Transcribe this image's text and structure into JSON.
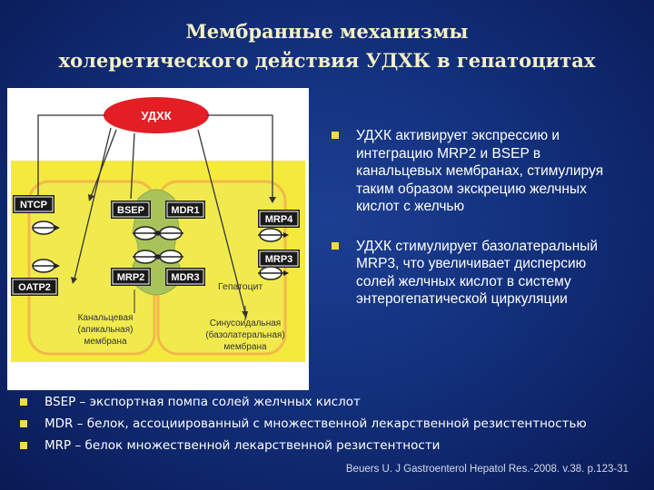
{
  "slide": {
    "title_line1": "Мембранные механизмы",
    "title_line2": "холеретического действия УДХК в гепатоцитах"
  },
  "diagram": {
    "top_label": "УДХК",
    "transporters": {
      "ntcp": "NTCP",
      "oatp2": "OATP2",
      "bsep": "BSEP",
      "mdr1": "MDR1",
      "mrp2": "MRP2",
      "mdr3": "MDR3",
      "mrp4": "MRP4",
      "mrp3": "MRP3"
    },
    "cell_label": "Гепатоцит",
    "canalicular_label": [
      "Канальцевая",
      "(апикальная)",
      "мембрана"
    ],
    "sinusoidal_label": [
      "Синусоидальная",
      "(базолатеральная)",
      "мембрана"
    ],
    "colors": {
      "cell_fill": "#efe84a",
      "outline": "#f6c14a",
      "center": "#a8c25a",
      "udca": "#e31e24",
      "transporter": "#1a1a1a"
    }
  },
  "bullets": [
    "УДХК активирует экспрессию и интеграцию MRP2 и BSEP в канальцевых мембранах, стимулируя таким образом экскрецию желчных кислот с желчью",
    "УДХК стимулирует базолатеральный MRP3, что увеличивает дисперсию солей желчных кислот в систему энтерогепатической циркуляции"
  ],
  "definitions": [
    "BSEP – экспортная помпа солей желчных кислот",
    "MDR – белок, ассоциированный с множественной лекарственной резистентностью",
    "MRP – белок множественной лекарственной резистентности"
  ],
  "citation": "Beuers U. J Gastroenterol Hepatol Res.-2008. v.38. p.123-31"
}
